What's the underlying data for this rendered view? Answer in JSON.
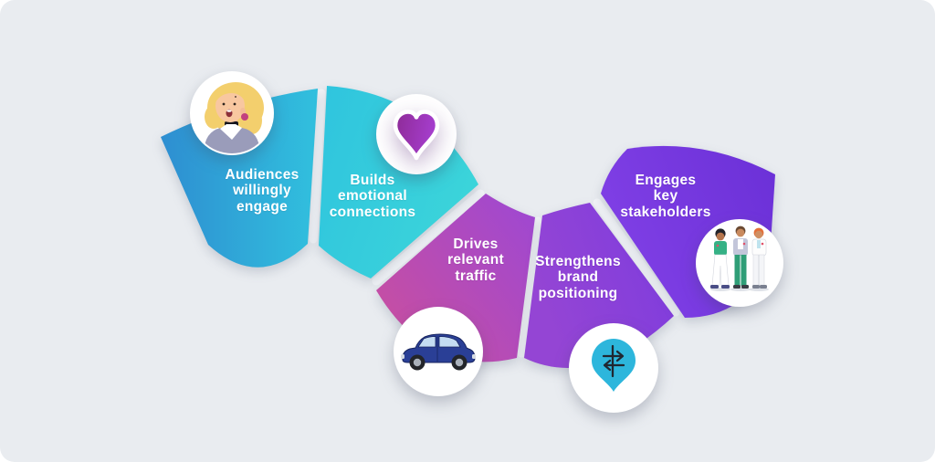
{
  "page": {
    "background_color": "#ffffff",
    "card_color": "#e9ecf0"
  },
  "diagram": {
    "type": "curved-ribbon-infographic",
    "label_color": "#ffffff",
    "segments": [
      {
        "id": "audiences-willingly-engage",
        "label": "Audiences willingly engage",
        "lines": [
          "Audiences",
          "willingly",
          "engage"
        ],
        "icon": "woman-avatar-icon",
        "color_from": "#2e8ed1",
        "color_to": "#31c0de"
      },
      {
        "id": "builds-emotional-connections",
        "label": "Builds emotional connections",
        "lines": [
          "Builds",
          "emotional",
          "connections"
        ],
        "icon": "heart-icon",
        "color_from": "#2fc4de",
        "color_to": "#3bd4da"
      },
      {
        "id": "drives-relevant-traffic",
        "label": "Drives relevant traffic",
        "lines": [
          "Drives",
          "relevant",
          "traffic"
        ],
        "icon": "car-icon",
        "color_from": "#ca4f9e",
        "color_to": "#9f48d1"
      },
      {
        "id": "strengthens-brand-positioning",
        "label": "Strengthens brand positioning",
        "lines": [
          "Strengthens",
          "brand",
          "positioning"
        ],
        "icon": "signpost-pin-icon",
        "color_from": "#9445d4",
        "color_to": "#7c3bdf"
      },
      {
        "id": "engages-key-stakeholders",
        "label": "Engages key stakeholders",
        "lines": [
          "Engages",
          "key",
          "stakeholders"
        ],
        "icon": "people-group-icon",
        "color_from": "#8140e6",
        "color_to": "#6c31d8"
      }
    ],
    "icons": {
      "heart_gradient_from": "#8e2b97",
      "heart_gradient_to": "#a63ecf",
      "pin_color": "#2db6dc",
      "car_body_color": "#2a3f96",
      "badge_color": "#ffffff"
    }
  }
}
